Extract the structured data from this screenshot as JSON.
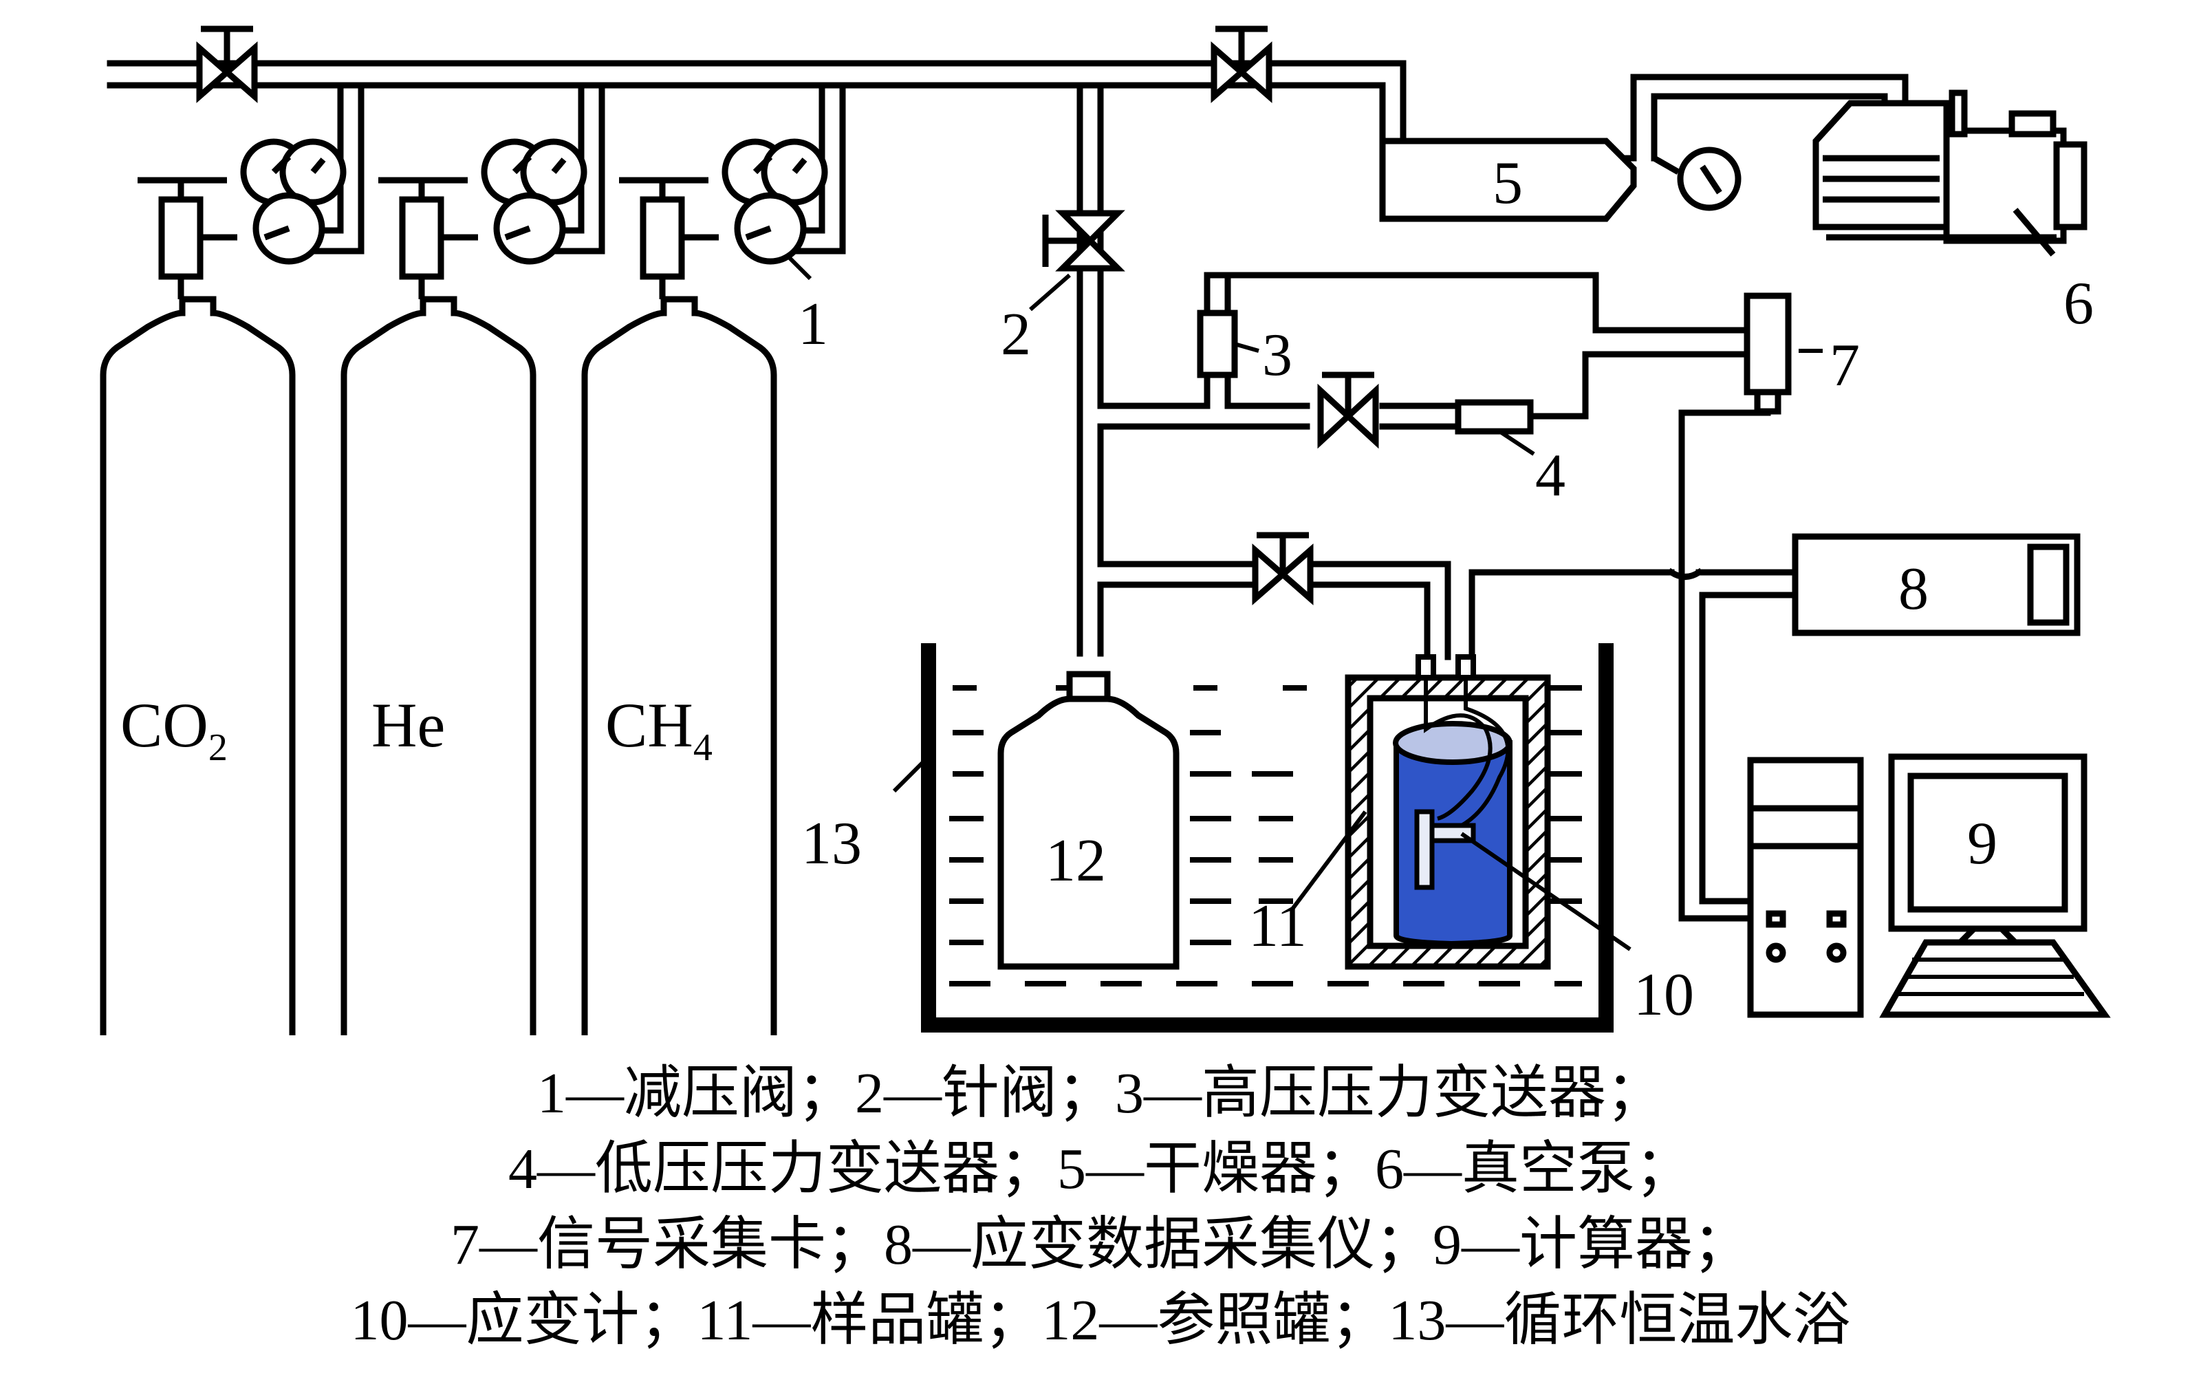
{
  "cylinders": [
    {
      "label": "CO",
      "sub": "2"
    },
    {
      "label": "He",
      "sub": ""
    },
    {
      "label": "CH",
      "sub": "4"
    }
  ],
  "numbers": {
    "n1": "1",
    "n2": "2",
    "n3": "3",
    "n4": "4",
    "n5": "5",
    "n6": "6",
    "n7": "7",
    "n8": "8",
    "n9": "9",
    "n10": "10",
    "n11": "11",
    "n12": "12",
    "n13": "13"
  },
  "legend": [
    "1—减压阀；2—针阀；3—高压压力变送器；",
    "4—低压压力变送器；5—干燥器；6—真空泵；",
    "7—信号采集卡；8—应变数据采集仪；9—计算器；",
    "10—应变计；11—样品罐；12—参照罐；13—循环恒温水浴"
  ],
  "colors": {
    "line": "#000000",
    "sample_can": "#2f55c8",
    "sample_can_top": "#b9c4e6",
    "strain_gauge": "#e8ecf7"
  }
}
